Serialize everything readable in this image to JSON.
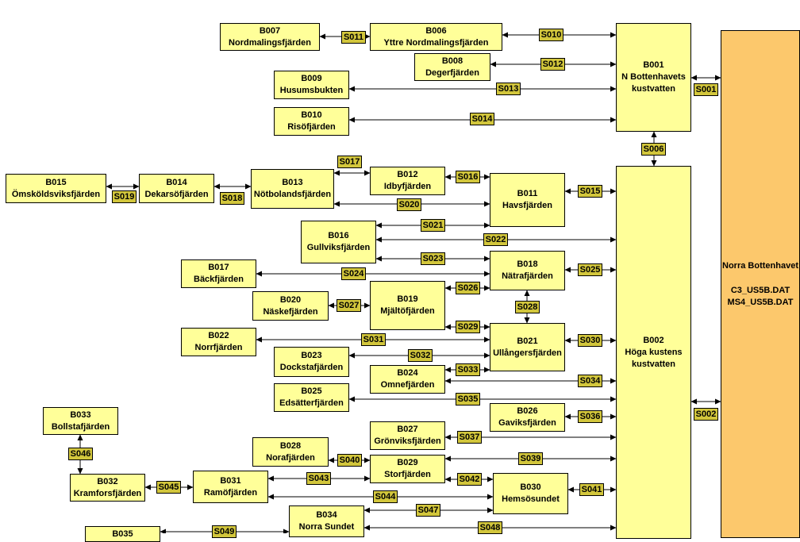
{
  "basins": {
    "B001": {
      "code": "B001",
      "name": "N Bottenhavets kustvatten"
    },
    "B002": {
      "code": "B002",
      "name": "Höga kustens kustvatten"
    },
    "B006": {
      "code": "B006",
      "name": "Yttre Nordmalingsfjärden"
    },
    "B007": {
      "code": "B007",
      "name": "Nordmalingsfjärden"
    },
    "B008": {
      "code": "B008",
      "name": "Degerfjärden"
    },
    "B009": {
      "code": "B009",
      "name": "Husumsbukten"
    },
    "B010": {
      "code": "B010",
      "name": "Risöfjärden"
    },
    "B011": {
      "code": "B011",
      "name": "Havsfjärden"
    },
    "B012": {
      "code": "B012",
      "name": "Idbyfjärden"
    },
    "B013": {
      "code": "B013",
      "name": "Nötbolandsfjärden"
    },
    "B014": {
      "code": "B014",
      "name": "Dekarsöfjärden"
    },
    "B015": {
      "code": "B015",
      "name": "Ömsköldsviksfjärden"
    },
    "B016": {
      "code": "B016",
      "name": "Gullviksfjärden"
    },
    "B017": {
      "code": "B017",
      "name": "Bäckfjärden"
    },
    "B018": {
      "code": "B018",
      "name": "Nätrafjärden"
    },
    "B019": {
      "code": "B019",
      "name": "Mjältöfjärden"
    },
    "B020": {
      "code": "B020",
      "name": "Näskefjärden"
    },
    "B021": {
      "code": "B021",
      "name": "Ullångersfjärden"
    },
    "B022": {
      "code": "B022",
      "name": "Norrfjärden"
    },
    "B023": {
      "code": "B023",
      "name": "Dockstafjärden"
    },
    "B024": {
      "code": "B024",
      "name": "Omnefjärden"
    },
    "B025": {
      "code": "B025",
      "name": "Edsätterfjärden"
    },
    "B026": {
      "code": "B026",
      "name": "Gaviksfjärden"
    },
    "B027": {
      "code": "B027",
      "name": "Grönviksfjärden"
    },
    "B028": {
      "code": "B028",
      "name": "Norafjärden"
    },
    "B029": {
      "code": "B029",
      "name": "Storfjärden"
    },
    "B030": {
      "code": "B030",
      "name": "Hemsösundet"
    },
    "B031": {
      "code": "B031",
      "name": "Ramöfjärden"
    },
    "B032": {
      "code": "B032",
      "name": "Kramforsfjärden"
    },
    "B033": {
      "code": "B033",
      "name": "Bollstafjärden"
    },
    "B034": {
      "code": "B034",
      "name": "Norra Sundet"
    },
    "B035": {
      "code": "B035",
      "name": ""
    }
  },
  "sea": {
    "name": "Norra Bottenhavet",
    "file1": "C3_US5B.DAT",
    "file2": "MS4_US5B.DAT"
  },
  "straits": [
    "S001",
    "S002",
    "S006",
    "S010",
    "S011",
    "S012",
    "S013",
    "S014",
    "S015",
    "S016",
    "S017",
    "S018",
    "S019",
    "S020",
    "S021",
    "S022",
    "S023",
    "S024",
    "S025",
    "S026",
    "S027",
    "S028",
    "S029",
    "S030",
    "S031",
    "S032",
    "S033",
    "S034",
    "S035",
    "S036",
    "S037",
    "S039",
    "S040",
    "S041",
    "S042",
    "S043",
    "S044",
    "S045",
    "S046",
    "S047",
    "S048",
    "S049"
  ],
  "colors": {
    "basin": "#ffff99",
    "strait": "#d2c63c",
    "sea": "#fcc86c",
    "line": "#000000"
  }
}
